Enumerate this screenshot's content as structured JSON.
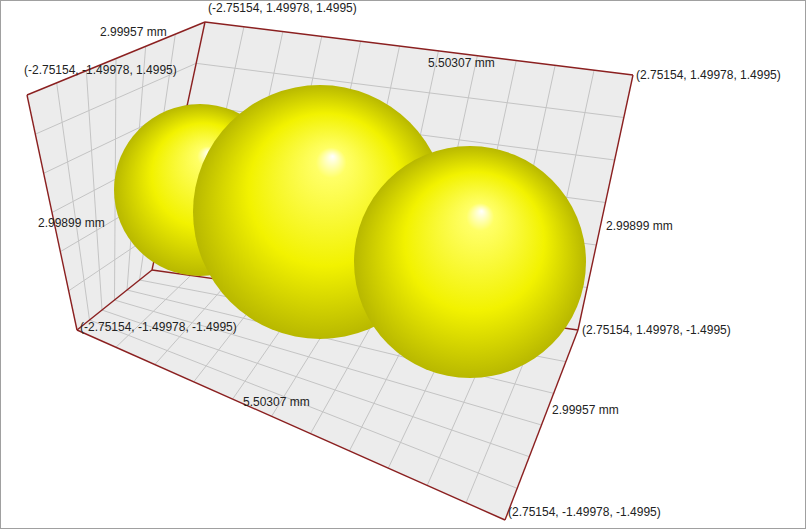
{
  "diagram": {
    "labels": [
      "(-2.75154, 1.49978, 1.4995)",
      "2.99957 mm",
      "5.50307 mm",
      "(-2.75154, -1.49978, 1.4995)",
      "(2.75154, 1.49978, 1.4995)",
      "2.99899 mm",
      "2.99899 mm",
      "(-2.75154, -1.49978, -1.4995)",
      "(2.75154, 1.49978, -1.4995)",
      "5.50307 mm",
      "2.99957 mm",
      "(2.75154, -1.49978, -1.4995)"
    ]
  }
}
